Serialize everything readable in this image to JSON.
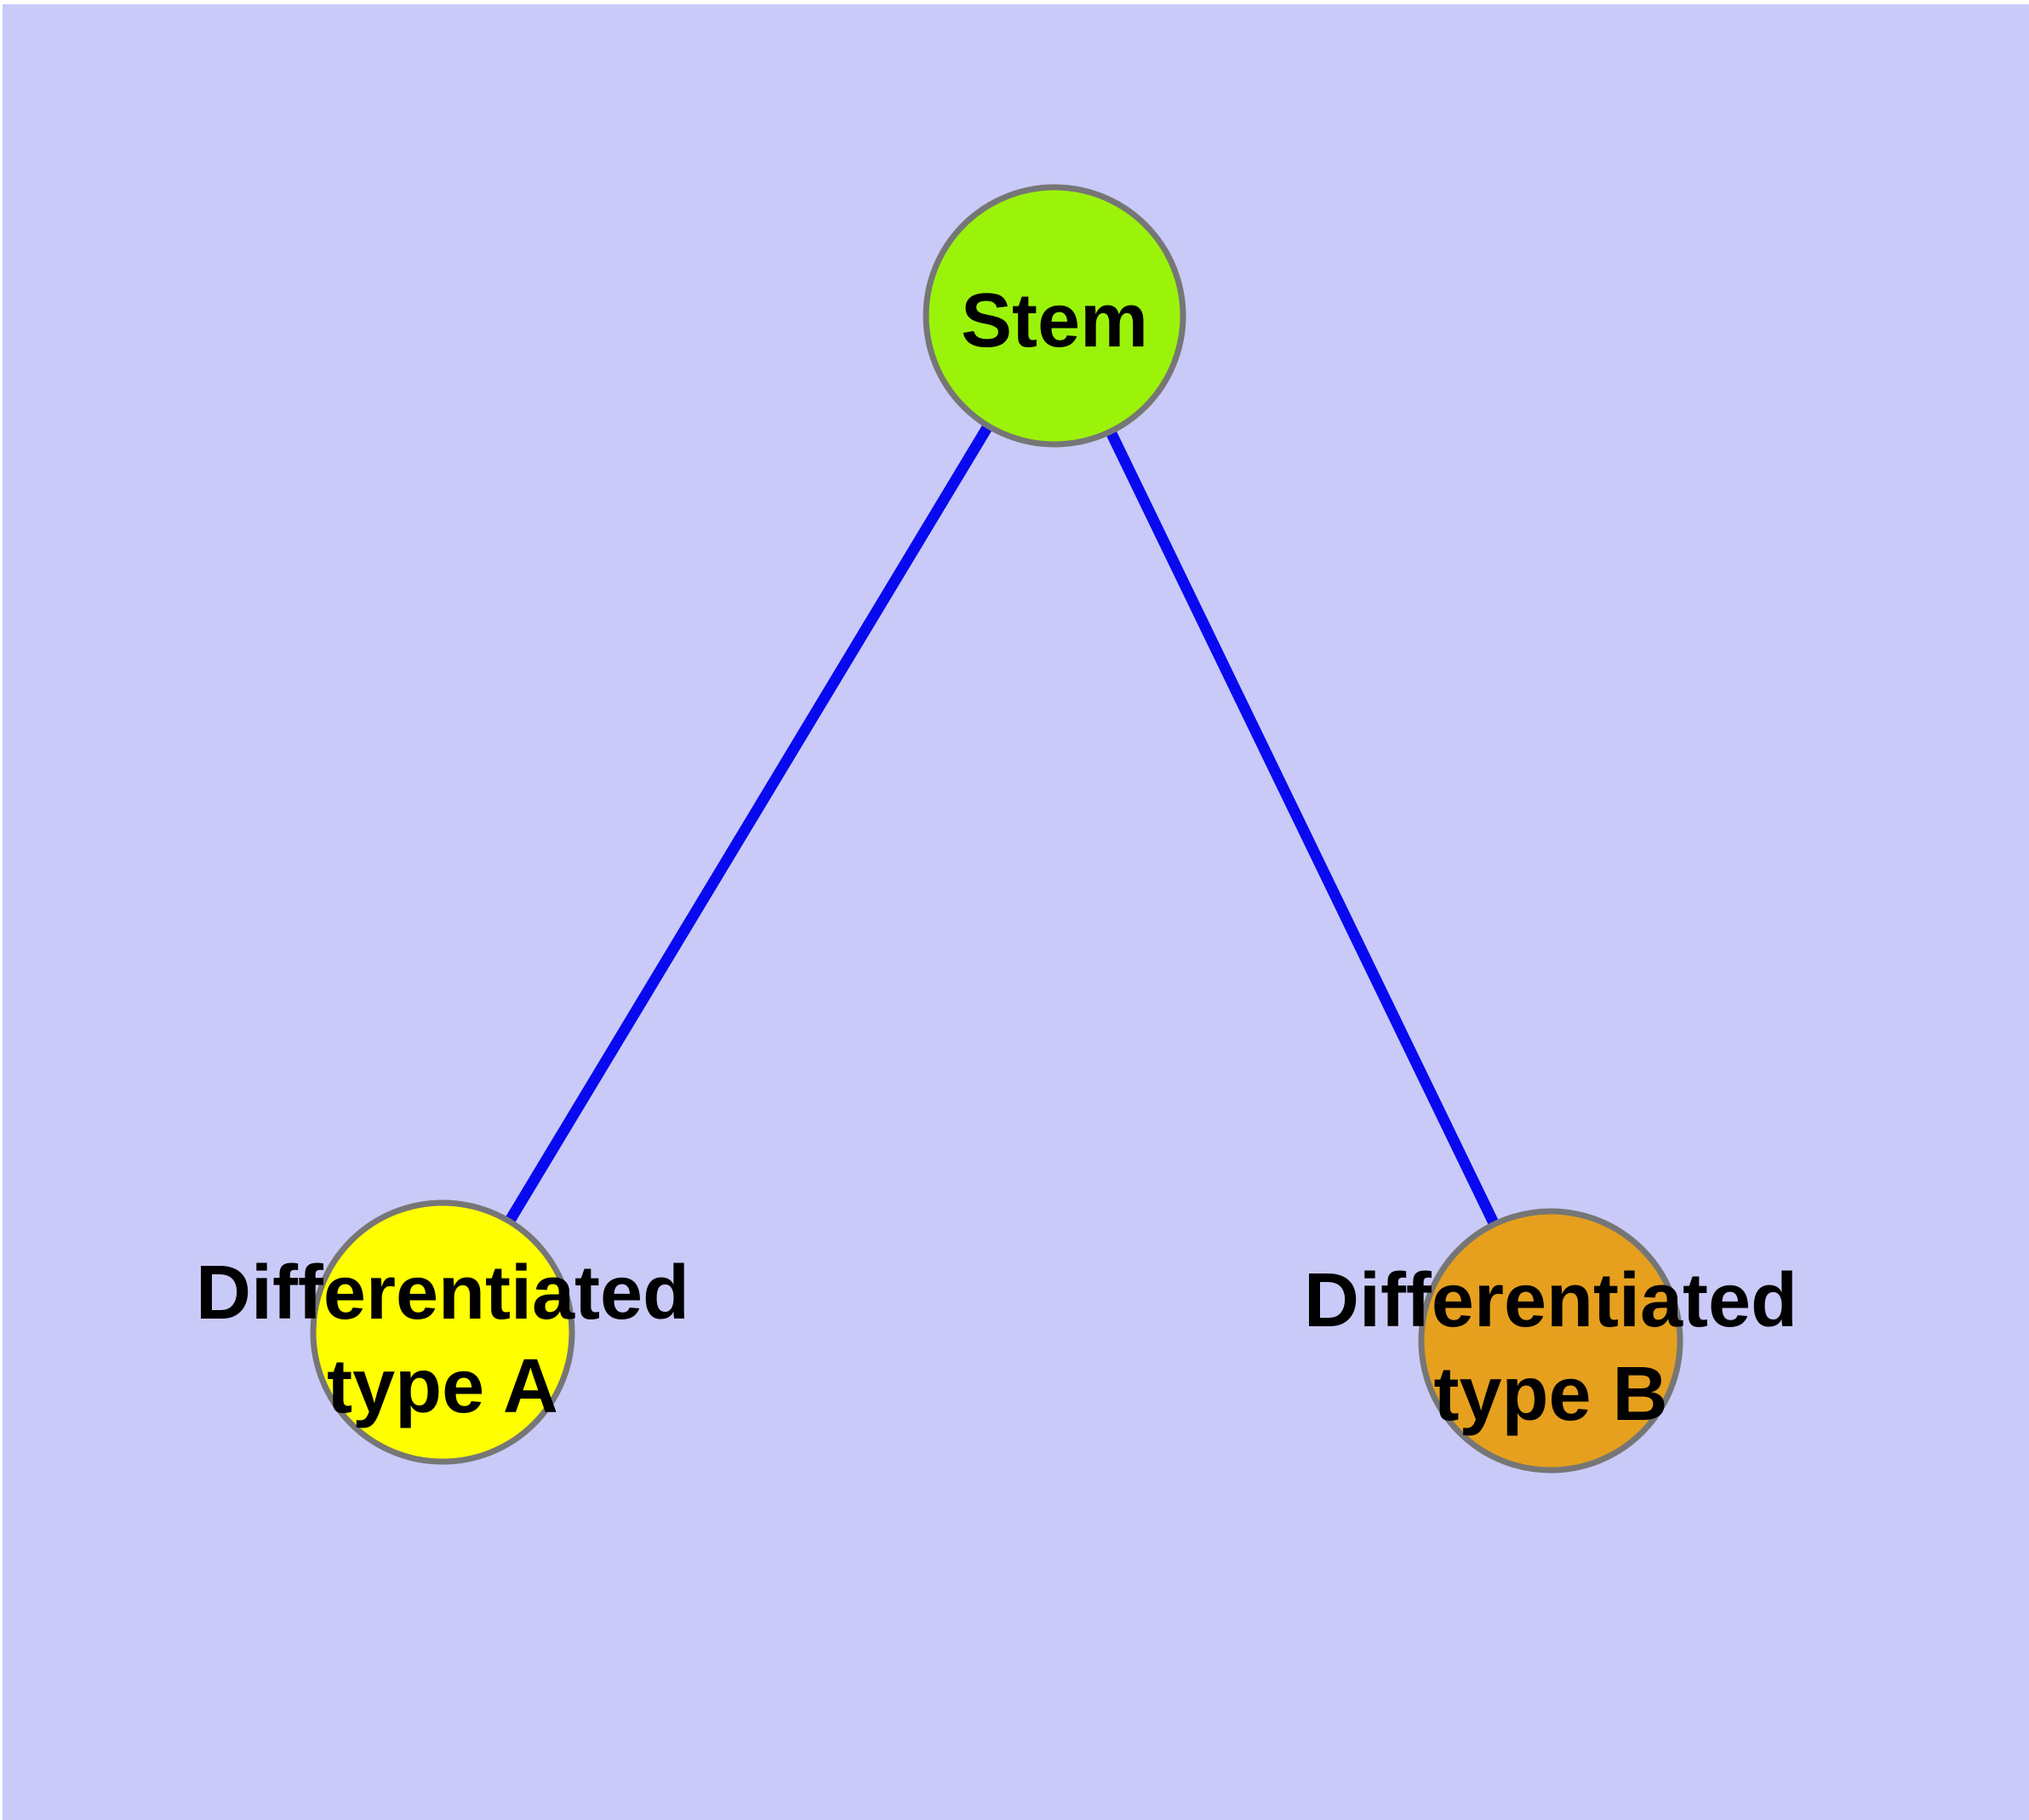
{
  "diagram": {
    "description": "Stem cell differentiation tree diagram",
    "background_color": "#cacaf8",
    "frame_color": "#ffffff",
    "edge_color": "#0909f0",
    "node_border_color": "#767676",
    "text_color": "#000000",
    "nodes": {
      "stem": {
        "label": "Stem",
        "color": "#9bf30a"
      },
      "type_a": {
        "label": "Differentiated type A",
        "label_line1": "Differentiated",
        "label_line2": "type A",
        "color": "#ffff00"
      },
      "type_b": {
        "label": "Differentiated type B",
        "label_line1": "Differentiated",
        "label_line2": "type B",
        "color": "#e6a01e"
      }
    },
    "edges": [
      {
        "from": "Stem",
        "to": "Differentiated type A"
      },
      {
        "from": "Stem",
        "to": "Differentiated type B"
      }
    ]
  }
}
